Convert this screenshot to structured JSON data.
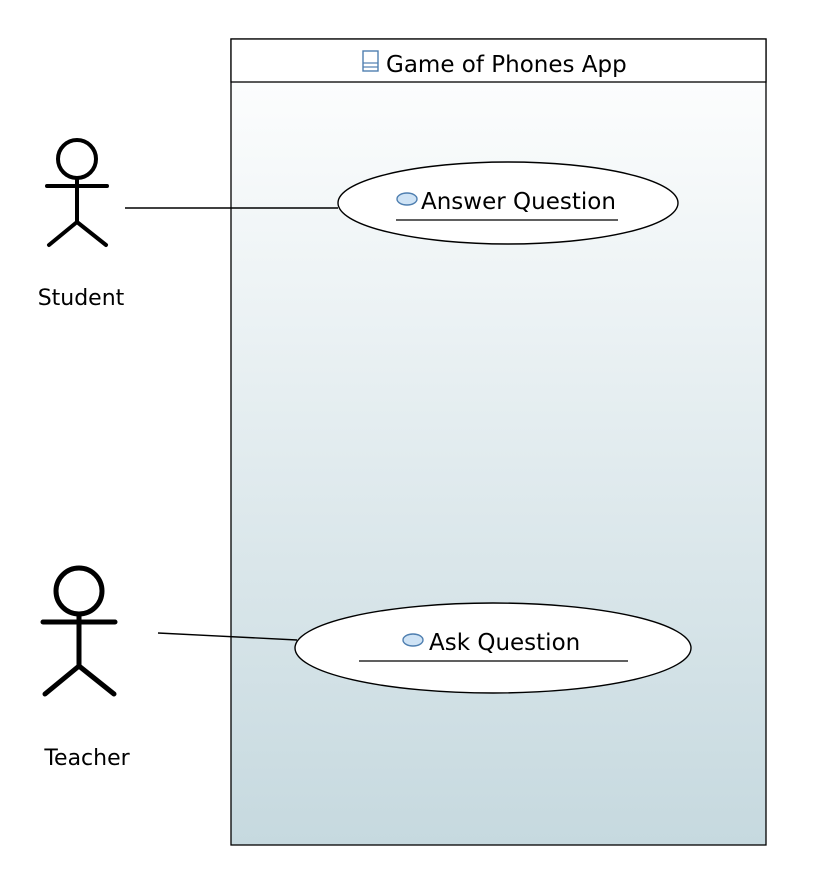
{
  "system": {
    "title": "Game of Phones App",
    "icon": "subsystem-icon"
  },
  "actors": [
    {
      "id": "student",
      "label": "Student"
    },
    {
      "id": "teacher",
      "label": "Teacher"
    }
  ],
  "use_cases": [
    {
      "id": "answer",
      "label": "Answer Question",
      "icon": "use-case-icon"
    },
    {
      "id": "ask",
      "label": "Ask Question",
      "icon": "use-case-icon"
    }
  ],
  "associations": [
    {
      "from": "Student",
      "to": "Answer Question"
    },
    {
      "from": "Teacher",
      "to": "Ask Question"
    }
  ],
  "colors": {
    "boundary_top": "#ffffff",
    "boundary_bottom": "#c6d9df",
    "stroke": "#000000",
    "icon_fill": "#cfe3f5",
    "icon_stroke": "#4f7fb0"
  }
}
